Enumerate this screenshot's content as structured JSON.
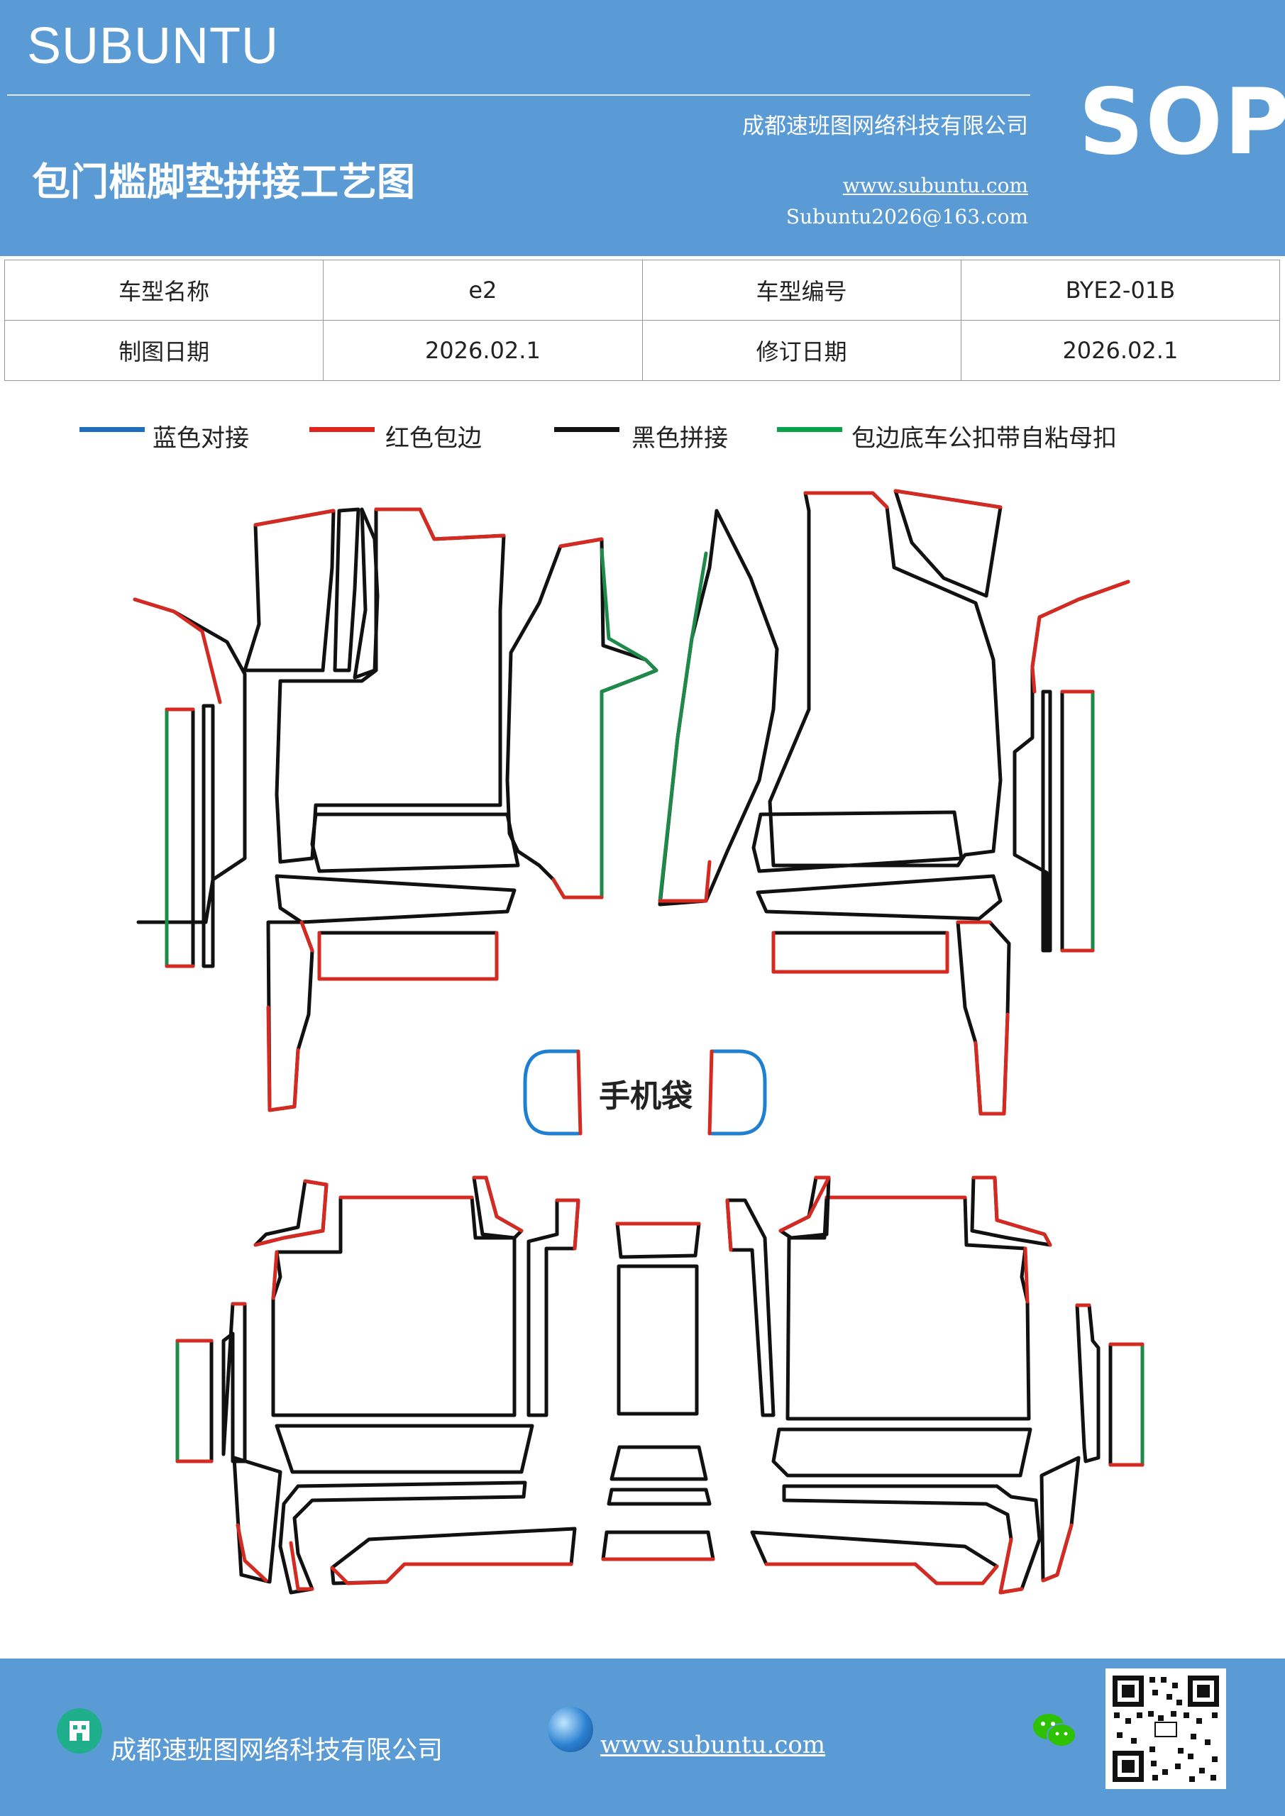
{
  "header": {
    "brand": "SUBUNTU",
    "badge": "SOP",
    "company": "成都速班图网络科技有限公司",
    "title": "包门槛脚垫拼接工艺图",
    "website": "www.subuntu.com",
    "email": "Subuntu2026@163.com"
  },
  "info_table": {
    "rows": [
      {
        "label1": "车型名称",
        "value1": "e2",
        "label2": "车型编号",
        "value2": "BYE2-01B"
      },
      {
        "label1": "制图日期",
        "value1": "2026.02.1",
        "label2": "修订日期",
        "value2": "2026.02.1"
      }
    ]
  },
  "legend": {
    "items": [
      {
        "label": "蓝色对接",
        "color": "#1f6fc1"
      },
      {
        "label": "红色包边",
        "color": "#e0231c"
      },
      {
        "label": "黑色拼接",
        "color": "#111111"
      },
      {
        "label": "包边底车公扣带自粘母扣",
        "color": "#0aa14a"
      }
    ]
  },
  "diagram": {
    "phone_bag_label": "手机袋",
    "colors": {
      "black": "#111111",
      "red": "#d42a22",
      "green": "#1d8a4a",
      "blue": "#1f7fd0"
    }
  },
  "footer": {
    "company": "成都速班图网络科技有限公司",
    "website": "www.subuntu.com",
    "icons": [
      "building-icon",
      "globe-icon",
      "wechat-icon",
      "qr-code"
    ]
  }
}
